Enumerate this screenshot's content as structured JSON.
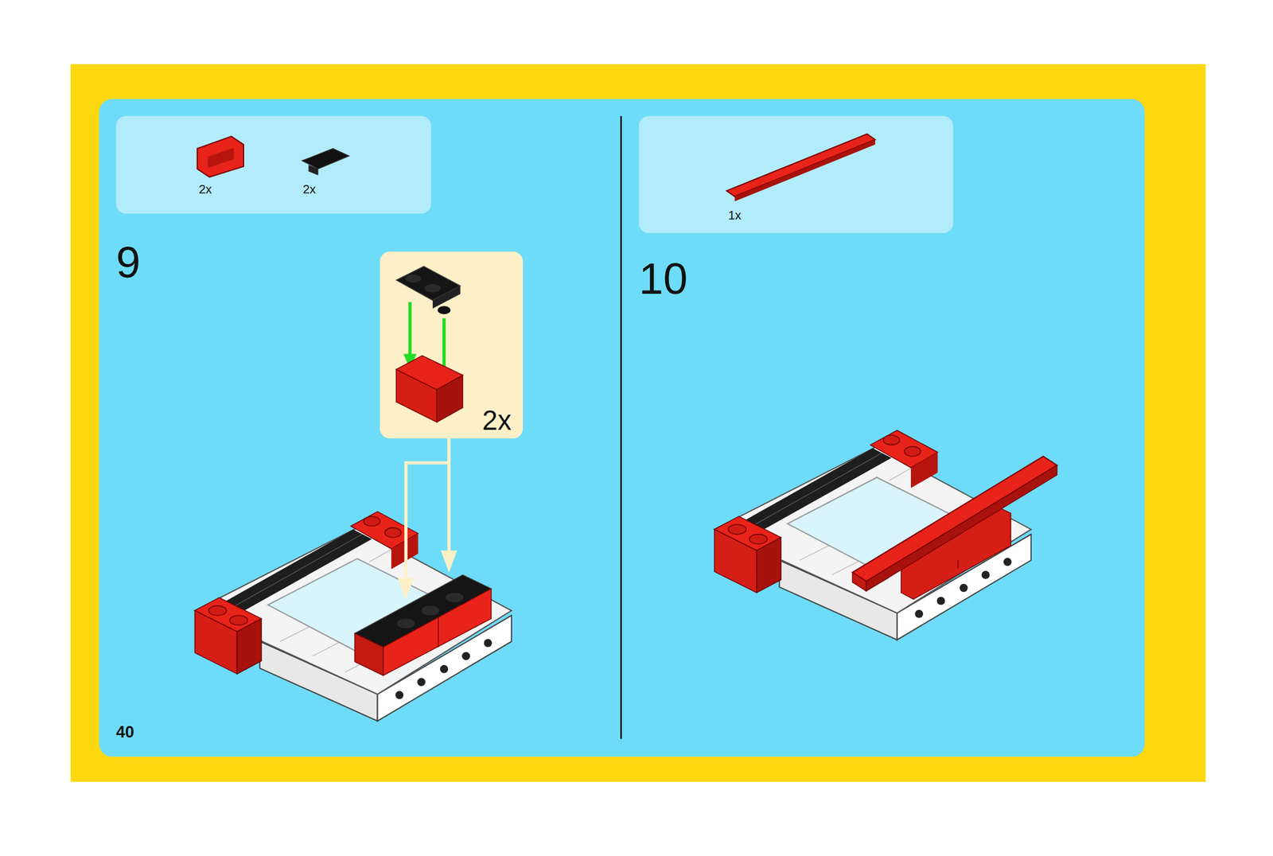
{
  "diagram": {
    "nodes": [
      {
        "text": [
          "2x",
          "2x"
        ]
      },
      {
        "text": [
          "2x"
        ]
      },
      {
        "text": [
          "1x"
        ]
      }
    ],
    "labels": [
      "9",
      "10",
      "40"
    ]
  }
}
